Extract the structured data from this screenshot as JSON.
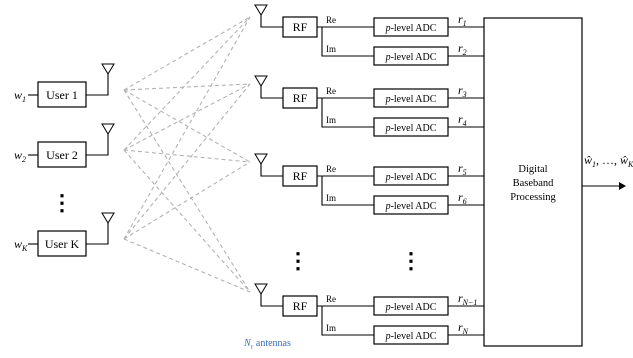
{
  "users": [
    {
      "label": "User 1",
      "w_base": "w",
      "w_sub": "1"
    },
    {
      "label": "User 2",
      "w_base": "w",
      "w_sub": "2"
    },
    {
      "label": "User K",
      "w_base": "w",
      "w_sub": "K"
    }
  ],
  "rf_label": "RF",
  "adc": {
    "prefix": "p",
    "suffix": "-level ADC"
  },
  "branch_labels": {
    "re": "Re",
    "im": "Im"
  },
  "outputs": [
    {
      "base": "r",
      "sub": "1"
    },
    {
      "base": "r",
      "sub": "2"
    },
    {
      "base": "r",
      "sub": "3"
    },
    {
      "base": "r",
      "sub": "4"
    },
    {
      "base": "r",
      "sub": "5"
    },
    {
      "base": "r",
      "sub": "6"
    },
    {
      "base": "r",
      "sub": "N−1"
    },
    {
      "base": "r",
      "sub": "N"
    }
  ],
  "processor": {
    "lines": [
      "Digital",
      "Baseband",
      "Processing"
    ]
  },
  "estimates": {
    "first": "ŵ",
    "first_sub": "1",
    "mid": ", …, ",
    "last": "ŵ",
    "last_sub": "K"
  },
  "antennas_label": {
    "base": "N",
    "sub": "r",
    "text": " antennas"
  },
  "ellipsis": "⋮"
}
